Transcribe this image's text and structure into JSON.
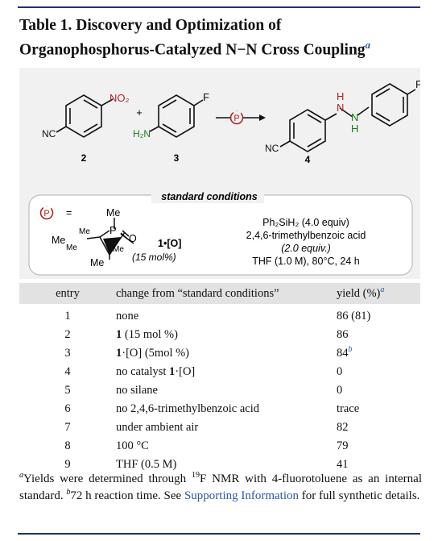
{
  "title": {
    "line1": "Table 1. Discovery and Optimization of",
    "line2": "Organophosphorus-Catalyzed N−N Cross Coupling",
    "footnote_mark": "a"
  },
  "scheme": {
    "reactant2_substituent_top": "NO₂",
    "reactant2_substituent_left": "NC",
    "reactant2_label": "2",
    "plus": "+",
    "reactant3_substituent_top": "F",
    "reactant3_substituent_left": "H₂N",
    "reactant3_label": "3",
    "catalyst_symbol": "P",
    "product_nh_top": "H",
    "product_n_top": "N",
    "product_n_bottom": "N",
    "product_nh_bottom": "H",
    "product_substituent_right": "F",
    "product_substituent_left": "NC",
    "product_label": "4"
  },
  "conditions": {
    "heading": "standard conditions",
    "equals": "=",
    "catalyst_me_top": "Me",
    "catalyst_p": "P",
    "catalyst_o": "O",
    "catalyst_me_a": "Me",
    "catalyst_me_b": "Me",
    "catalyst_me_c": "Me",
    "catalyst_me_d": "Me",
    "catalyst_me_bottom": "Me",
    "catalyst_name": "1•[O]",
    "catalyst_loading": "(15 mol%)",
    "reagent1": "Ph₂SiH₂ (4.0 equiv)",
    "reagent2": "2,4,6-trimethylbenzoic acid",
    "reagent2_amount": "(2.0 equiv.)",
    "solvent": "THF (1.0 M), 80°C, 24 h"
  },
  "table": {
    "headers": [
      "entry",
      "change from “standard conditions”",
      "yield (%)"
    ],
    "header_mark": "a",
    "rows": [
      {
        "entry": "1",
        "change_bold": "",
        "change": "none",
        "yield": "86 (81)",
        "mark": ""
      },
      {
        "entry": "2",
        "change_bold": "1",
        "change": " (15 mol %)",
        "yield": "86",
        "mark": ""
      },
      {
        "entry": "3",
        "change_bold": "1",
        "change": "·[O] (5mol %)",
        "yield": "84",
        "mark": "b"
      },
      {
        "entry": "4",
        "change_bold": "",
        "change": "no catalyst ",
        "change_bold2": "1",
        "change2": "·[O]",
        "yield": "0",
        "mark": ""
      },
      {
        "entry": "5",
        "change_bold": "",
        "change": "no silane",
        "yield": "0",
        "mark": ""
      },
      {
        "entry": "6",
        "change_bold": "",
        "change": "no 2,4,6-trimethylbenzoic acid",
        "yield": "trace",
        "mark": ""
      },
      {
        "entry": "7",
        "change_bold": "",
        "change": "under ambient air",
        "yield": "82",
        "mark": ""
      },
      {
        "entry": "8",
        "change_bold": "",
        "change": "100 °C",
        "yield": "79",
        "mark": ""
      },
      {
        "entry": "9",
        "change_bold": "",
        "change": "THF (0.5 M)",
        "yield": "41",
        "mark": ""
      }
    ]
  },
  "footnote": {
    "mark_a": "a",
    "text_a1": "Yields were determined through ",
    "isotope": "19",
    "text_a2": "F NMR with 4-fluorotoluene as an internal standard. ",
    "mark_b": "b",
    "text_b": "72 h reaction time. See ",
    "link": "Supporting Information",
    "text_end": " for full synthetic details."
  }
}
